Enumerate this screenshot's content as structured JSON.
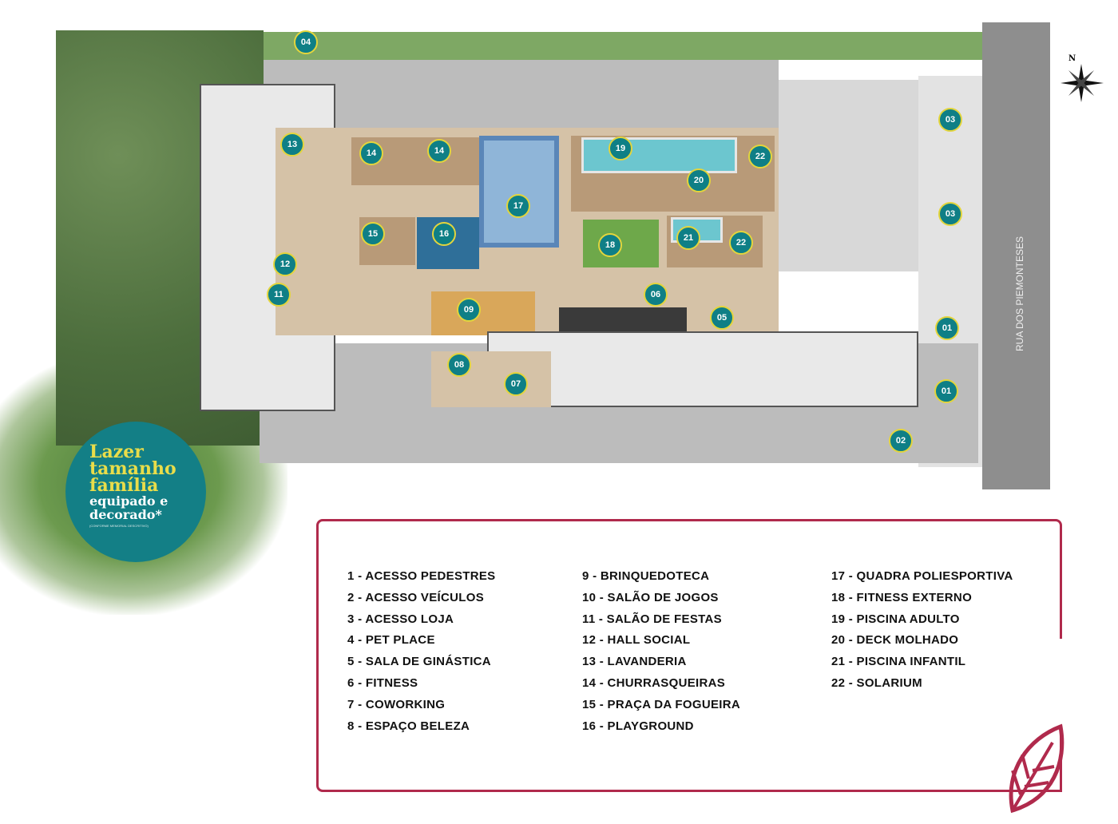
{
  "street_name": "RUA DOS PIEMONTESES",
  "compass_label": "N",
  "badge": {
    "line1": "Lazer",
    "line2": "tamanho",
    "line3": "família",
    "line4": "equipado e",
    "line5": "decorado*",
    "footnote": "(CONFORME MEMORIAL DESCRITIVO)"
  },
  "markers": [
    "04",
    "13",
    "14",
    "14",
    "17",
    "19",
    "22",
    "20",
    "15",
    "16",
    "12",
    "18",
    "21",
    "22",
    "11",
    "09",
    "06",
    "05",
    "08",
    "07",
    "03",
    "03",
    "01",
    "01",
    "02"
  ],
  "legend": {
    "col1": [
      "1 - ACESSO PEDESTRES",
      "2 - ACESSO VEÍCULOS",
      "3 - ACESSO LOJA",
      "4 - PET PLACE",
      "5 - SALA DE GINÁSTICA",
      "6 - FITNESS",
      "7 - COWORKING",
      "8 - ESPAÇO BELEZA"
    ],
    "col2": [
      "9 - BRINQUEDOTECA",
      "10 - SALÃO DE JOGOS",
      "11 - SALÃO DE FESTAS",
      "12 - HALL SOCIAL",
      "13 - LAVANDERIA",
      "14 - CHURRASQUEIRAS",
      "15 - PRAÇA DA FOGUEIRA",
      "16 - PLAYGROUND"
    ],
    "col3": [
      "17 - QUADRA POLIESPORTIVA",
      "18 - FITNESS EXTERNO",
      "19 - PISCINA ADULTO",
      "20 - DECK MOLHADO",
      "21 - PISCINA INFANTIL",
      "22 - SOLARIUM"
    ]
  },
  "colors": {
    "marker": "#0f7f86",
    "marker_ring": "#e3d53c",
    "legend_border": "#b02a4c"
  }
}
